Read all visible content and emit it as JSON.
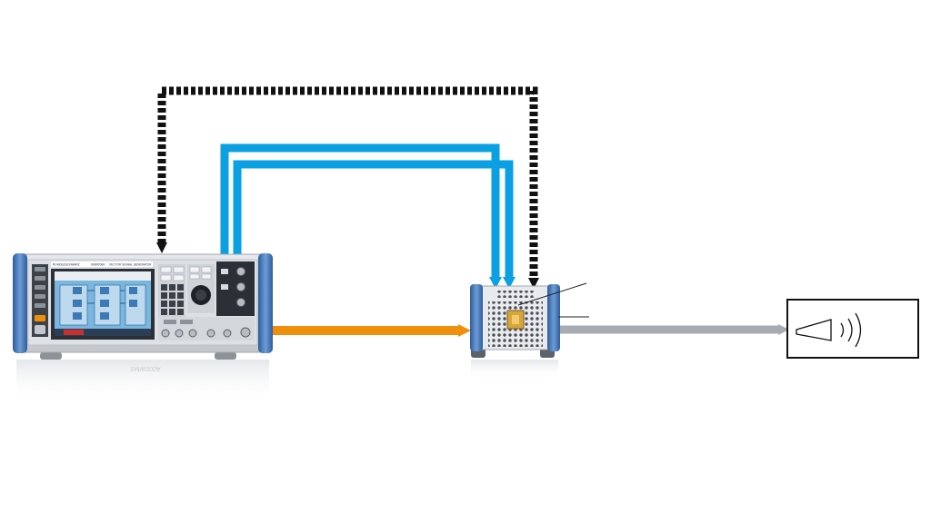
{
  "device": {
    "brand": "ROHDE&SCHWARZ",
    "model": "SMW200A",
    "subtitle": "VECTOR SIGNAL GENERATOR",
    "reflection_text": "SMW200A"
  },
  "colors": {
    "control_link": "#111111",
    "iq_link": "#0aa0e2",
    "rf_link": "#f0900a",
    "output_link": "#a6acb1",
    "device_blue": "#4f7fbd",
    "screen": "#79b6e0"
  }
}
